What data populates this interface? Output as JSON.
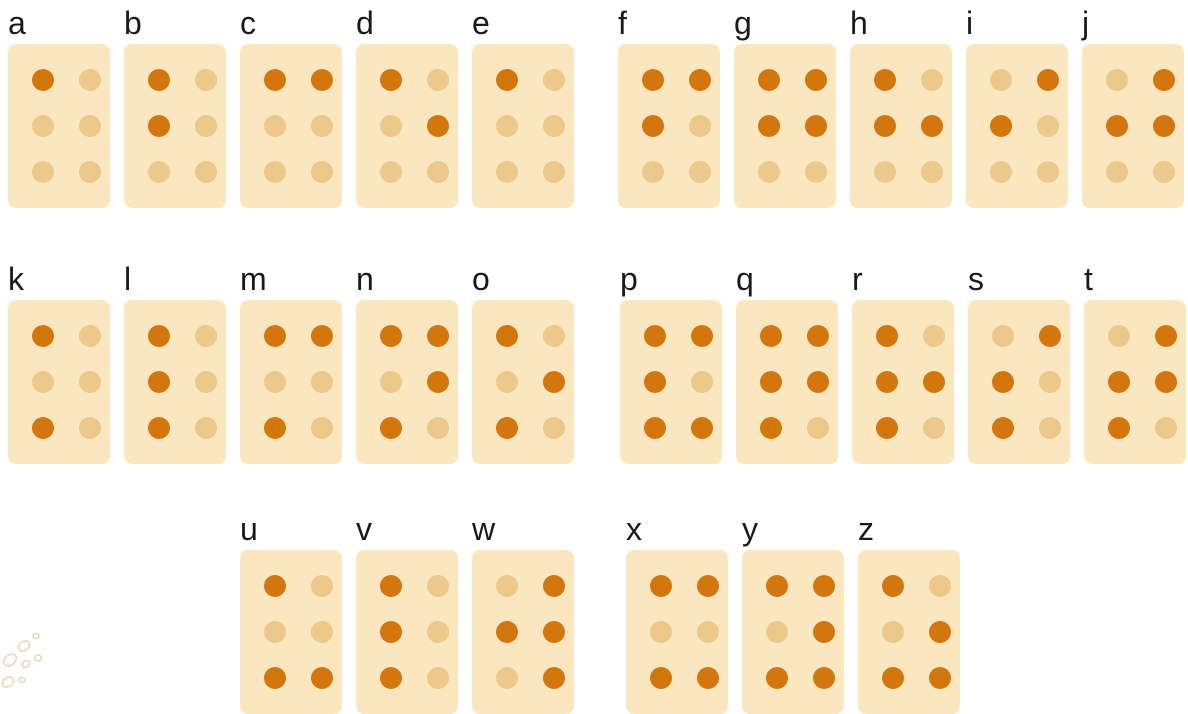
{
  "colors": {
    "raised": "#d4760e",
    "flat": "#ecc88a",
    "card": "#fae7c0"
  },
  "letters": [
    {
      "label": "a",
      "dots": [
        1,
        0,
        0,
        0,
        0,
        0
      ]
    },
    {
      "label": "b",
      "dots": [
        1,
        0,
        1,
        0,
        0,
        0
      ]
    },
    {
      "label": "c",
      "dots": [
        1,
        1,
        0,
        0,
        0,
        0
      ]
    },
    {
      "label": "d",
      "dots": [
        1,
        0,
        0,
        1,
        0,
        0
      ]
    },
    {
      "label": "e",
      "dots": [
        1,
        0,
        0,
        0,
        0,
        0
      ]
    },
    {
      "label": "f",
      "dots": [
        1,
        1,
        1,
        0,
        0,
        0
      ]
    },
    {
      "label": "g",
      "dots": [
        1,
        1,
        1,
        1,
        0,
        0
      ]
    },
    {
      "label": "h",
      "dots": [
        1,
        0,
        1,
        1,
        0,
        0
      ]
    },
    {
      "label": "i",
      "dots": [
        0,
        1,
        1,
        0,
        0,
        0
      ]
    },
    {
      "label": "j",
      "dots": [
        0,
        1,
        1,
        1,
        0,
        0
      ]
    },
    {
      "label": "k",
      "dots": [
        1,
        0,
        0,
        0,
        1,
        0
      ]
    },
    {
      "label": "l",
      "dots": [
        1,
        0,
        1,
        0,
        1,
        0
      ]
    },
    {
      "label": "m",
      "dots": [
        1,
        1,
        0,
        0,
        1,
        0
      ]
    },
    {
      "label": "n",
      "dots": [
        1,
        1,
        0,
        1,
        1,
        0
      ]
    },
    {
      "label": "o",
      "dots": [
        1,
        0,
        0,
        1,
        1,
        0
      ]
    },
    {
      "label": "p",
      "dots": [
        1,
        1,
        1,
        0,
        1,
        1
      ]
    },
    {
      "label": "q",
      "dots": [
        1,
        1,
        1,
        1,
        1,
        0
      ]
    },
    {
      "label": "r",
      "dots": [
        1,
        0,
        1,
        1,
        1,
        0
      ]
    },
    {
      "label": "s",
      "dots": [
        0,
        1,
        1,
        0,
        1,
        0
      ]
    },
    {
      "label": "t",
      "dots": [
        0,
        1,
        1,
        1,
        1,
        0
      ]
    },
    {
      "label": "u",
      "dots": [
        1,
        0,
        0,
        0,
        1,
        1
      ]
    },
    {
      "label": "v",
      "dots": [
        1,
        0,
        1,
        0,
        1,
        0
      ]
    },
    {
      "label": "w",
      "dots": [
        0,
        1,
        1,
        1,
        0,
        1
      ]
    },
    {
      "label": "x",
      "dots": [
        1,
        1,
        0,
        0,
        1,
        1
      ]
    },
    {
      "label": "y",
      "dots": [
        1,
        1,
        0,
        1,
        1,
        1
      ]
    },
    {
      "label": "z",
      "dots": [
        1,
        0,
        0,
        1,
        1,
        1
      ]
    }
  ]
}
